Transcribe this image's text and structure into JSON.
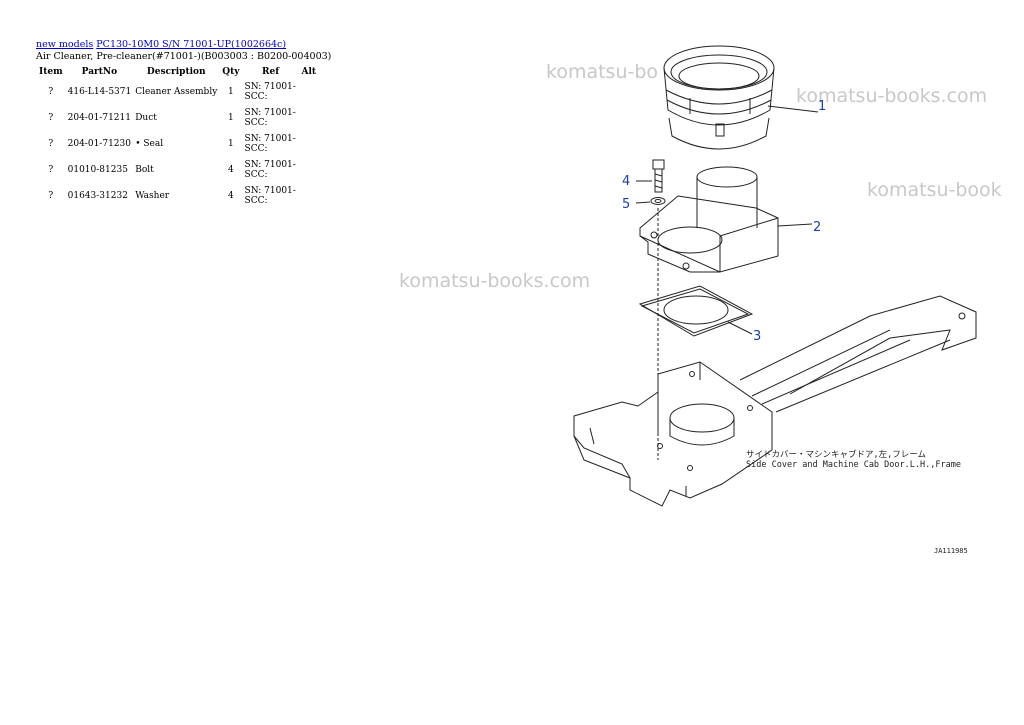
{
  "breadcrumb": {
    "root_link": "new models",
    "model_link": "PC130-10M0 S/N 71001-UP(1002664c)"
  },
  "subtitle": "Air Cleaner, Pre-cleaner(#71001-)(B003003 : B0200-004003)",
  "table": {
    "headers": [
      "Item",
      "PartNo",
      "Description",
      "Qty",
      "Ref",
      "Alt"
    ],
    "rows": [
      {
        "item": "?",
        "part_no": "416-L14-5371",
        "description": "Cleaner Assembly",
        "qty": "1",
        "ref": "SN: 71001-SCC:",
        "alt": ""
      },
      {
        "item": "?",
        "part_no": "204-01-71211",
        "description": "Duct",
        "qty": "1",
        "ref": "SN: 71001-SCC:",
        "alt": ""
      },
      {
        "item": "?",
        "part_no": "204-01-71230",
        "description": "• Seal",
        "qty": "1",
        "ref": "SN: 71001-SCC:",
        "alt": ""
      },
      {
        "item": "?",
        "part_no": "01010-81235",
        "description": "Bolt",
        "qty": "4",
        "ref": "SN: 71001-SCC:",
        "alt": ""
      },
      {
        "item": "?",
        "part_no": "01643-31232",
        "description": "Washer",
        "qty": "4",
        "ref": "SN: 71001-SCC:",
        "alt": ""
      }
    ]
  },
  "diagram": {
    "watermark": "komatsu-books.com",
    "watermark_cut": "komatsu-book",
    "watermark_partial": "komatsu-bo",
    "callouts": [
      "1",
      "2",
      "3",
      "4",
      "5"
    ],
    "caption_jp": "サイドカバー・マシンキャブドア,左,フレーム",
    "caption_en": "Side Cover and Machine Cab Door.L.H.,Frame",
    "drawing_id": "JA111985"
  }
}
